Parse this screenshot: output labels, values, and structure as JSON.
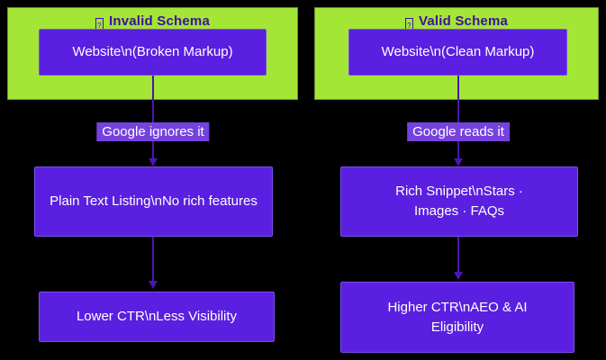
{
  "diagram": {
    "type": "flowchart",
    "background": "#000000",
    "colors": {
      "subgraph_fill": "#a3e635",
      "subgraph_border": "#7a8a3a",
      "node_fill": "#5a1fe0",
      "node_border": "#7e4ded",
      "node_text": "#ffffff",
      "edge_label_fill": "#7542dd",
      "edge_color": "#4b16b2",
      "title_text": "#3e0fa3"
    },
    "left": {
      "title": "Invalid Schema",
      "title_glyph": "?",
      "top_node": "Website\\n(Broken Markup)",
      "edge_label": "Google ignores it",
      "middle_node": "Plain Text Listing\\nNo rich features",
      "bottom_node": "Lower CTR\\nLess Visibility"
    },
    "right": {
      "title": "Valid Schema",
      "title_glyph": "?",
      "top_node": "Website\\n(Clean Markup)",
      "edge_label": "Google reads it",
      "middle_node": "Rich Snippet\\nStars · Images · FAQs",
      "bottom_node": "Higher CTR\\nAEO & AI Eligibility"
    }
  }
}
